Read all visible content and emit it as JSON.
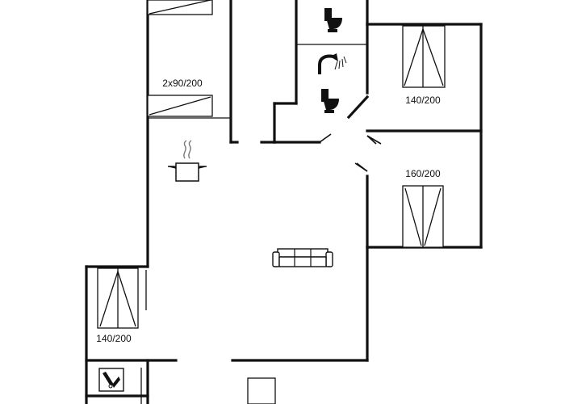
{
  "floor_plan": {
    "labels": {
      "bed_upper_left": "2x90/200",
      "bed_upper_right": "140/200",
      "bed_mid_right": "160/200",
      "bed_lower_left": "140/200"
    },
    "icons": [
      "toilet-icon",
      "shower-icon",
      "toilet-icon",
      "cooking-pot-icon",
      "sofa-icon",
      "washing-machine-icon"
    ]
  }
}
